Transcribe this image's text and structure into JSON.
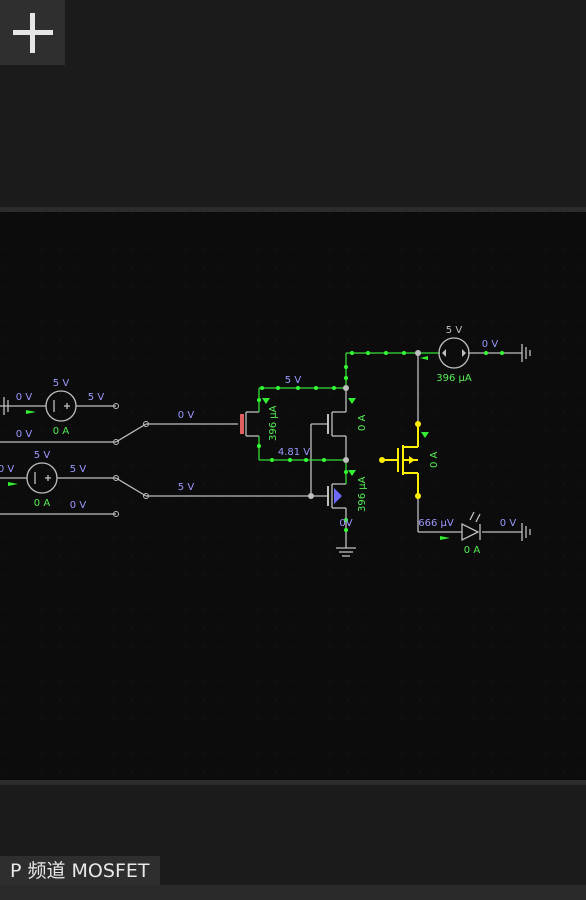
{
  "toolbar": {
    "add_icon": "plus-icon"
  },
  "status": {
    "selected_component": "P 频道 MOSFET"
  },
  "colors": {
    "wire": "#bfbfbf",
    "active_wire": "#33dd33",
    "highlight": "#ffee00",
    "voltage_label": "#9a9aff",
    "current_label": "#55ee55",
    "grid_dot": "#222222"
  },
  "circuit": {
    "src1_voltage": "5 V",
    "src1_left": "0 V",
    "src1_right": "5 V",
    "src1_current": "0 A",
    "in1_bottom": "0 V",
    "src2_voltage": "5 V",
    "src2_left": "0 V",
    "src2_right": "5 V",
    "src2_current": "0 A",
    "in2_bottom": "0 V",
    "sw1_out": "0 V",
    "sw2_out": "5 V",
    "top_rail": "5 V",
    "pmos1_current": "396 μA",
    "nmos1_current": "0 A",
    "mid_node": "4.81 V",
    "nmos2_current": "396 μA",
    "gnd_node": "0V",
    "out_mos_current": "0 A",
    "cs_voltage": "5 V",
    "cs_right": "0 V",
    "cs_current": "396 μA",
    "led_anode": "666 μV",
    "led_cathode": "0 V",
    "led_current": "0 A"
  }
}
